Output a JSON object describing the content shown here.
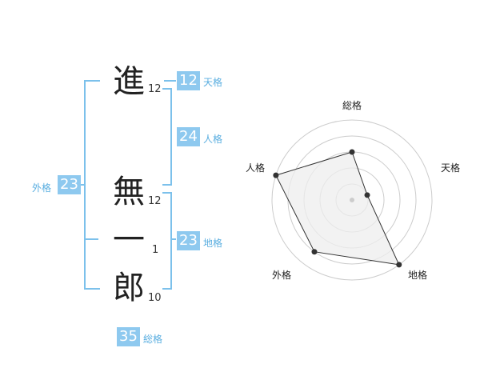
{
  "name": {
    "chars": [
      {
        "char": "進",
        "strokes": "12"
      },
      {
        "char": "無",
        "strokes": "12"
      },
      {
        "char": "一",
        "strokes": "1"
      },
      {
        "char": "郎",
        "strokes": "10"
      }
    ]
  },
  "scores": {
    "tenkaku": {
      "value": "12",
      "label": "天格"
    },
    "jinkaku": {
      "value": "24",
      "label": "人格"
    },
    "chikaku": {
      "value": "23",
      "label": "地格"
    },
    "gaikaku": {
      "value": "23",
      "label": "外格"
    },
    "soukaku": {
      "value": "35",
      "label": "総格"
    }
  },
  "radar": {
    "labels": {
      "top": "総格",
      "right": "天格",
      "bottom_right": "地格",
      "bottom_left": "外格",
      "left": "人格"
    },
    "levels": 5,
    "values": {
      "soukaku": 0.6,
      "tenkaku": 0.2,
      "chikaku": 1.0,
      "gaikaku": 0.8,
      "jinkaku": 1.0
    },
    "fill_color": "#eeeeee",
    "ring_color": "#cccccc",
    "line_color": "#333333",
    "point_color": "#333333"
  }
}
